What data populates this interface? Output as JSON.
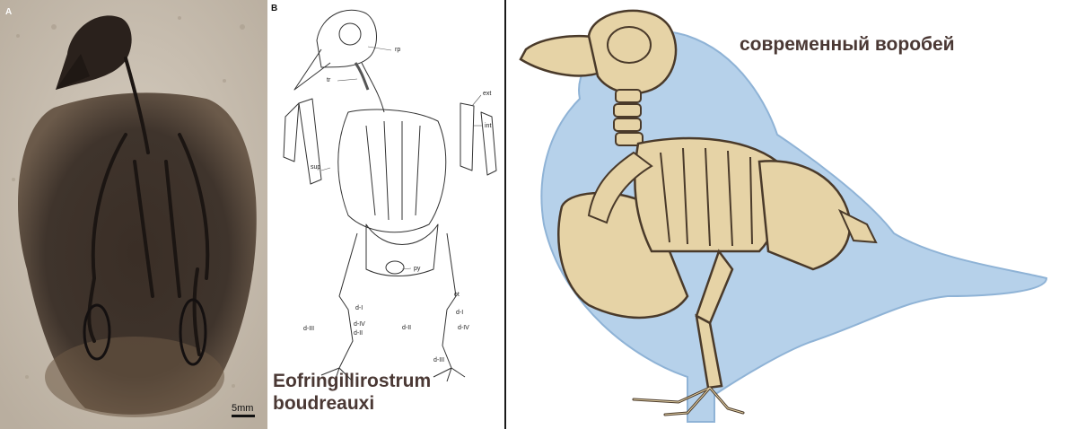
{
  "panels": {
    "fossil": {
      "letter": "A",
      "scale_label": "5mm"
    },
    "drawing": {
      "letter": "B",
      "labels": [
        "rp",
        "tr",
        "ext",
        "int",
        "sup",
        "py",
        "ot",
        "d-I",
        "d-IV",
        "d-II",
        "d-III",
        "d-I",
        "d-II",
        "d-IV",
        "d-III"
      ],
      "species_line1": "Eofringillirostrum",
      "species_line2": "boudreauxi"
    },
    "modern": {
      "caption": "современный воробей"
    }
  },
  "colors": {
    "fossil_bg": "#cbc1b4",
    "fossil_dark": "#2e2520",
    "bone": "#e8d5a8",
    "bone_outline": "#4a3a2a",
    "body_blue": "#a9c9e6",
    "caption_text": "#4a3834"
  }
}
